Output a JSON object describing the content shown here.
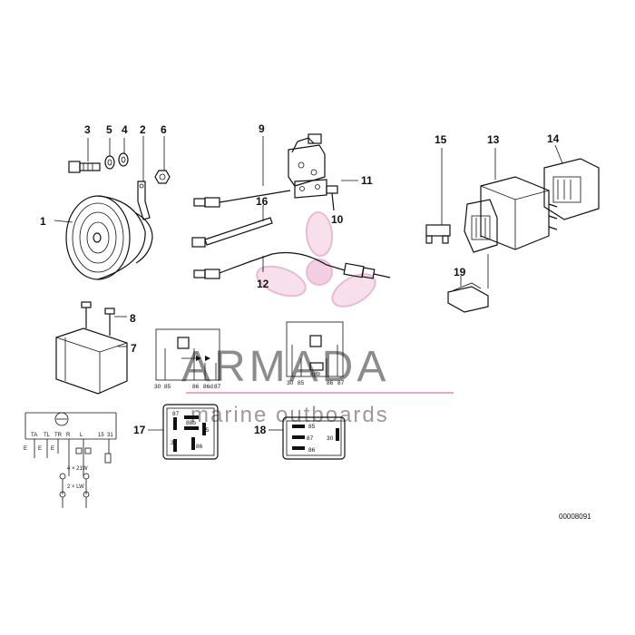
{
  "callouts": {
    "c1": "1",
    "c2": "2",
    "c3": "3",
    "c4": "4",
    "c5": "5",
    "c6": "6",
    "c7": "7",
    "c8": "8",
    "c9": "9",
    "c10": "10",
    "c11": "11",
    "c12": "12",
    "c13": "13",
    "c14": "14",
    "c15": "15",
    "c16": "16",
    "c17": "17",
    "c18": "18",
    "c19": "19"
  },
  "relay_pins_17": {
    "p87": "87",
    "p88b": "88b",
    "p30": "30",
    "p85": "85",
    "p86": "86"
  },
  "relay_pins_18": {
    "p85": "85",
    "p87": "87",
    "p30": "30",
    "p86": "86"
  },
  "schematic_a": {
    "t30": "30",
    "t85": "85",
    "t86": "86",
    "t86d": "86d",
    "t87": "87"
  },
  "schematic_b": {
    "t30": "30",
    "t85": "85",
    "t88b": "88b",
    "t86": "86",
    "t87": "87"
  },
  "wiring": {
    "tags": [
      "TA",
      "TL",
      "TR",
      "R",
      "L",
      "15",
      "31"
    ],
    "e_tags": [
      "E",
      "E",
      "E"
    ],
    "lamp1": "4 × 21W",
    "lamp2": "2 × LW"
  },
  "watermark": {
    "brand": "ARMADA",
    "tagline": "marine outboards"
  },
  "diagram_code": "00008091"
}
